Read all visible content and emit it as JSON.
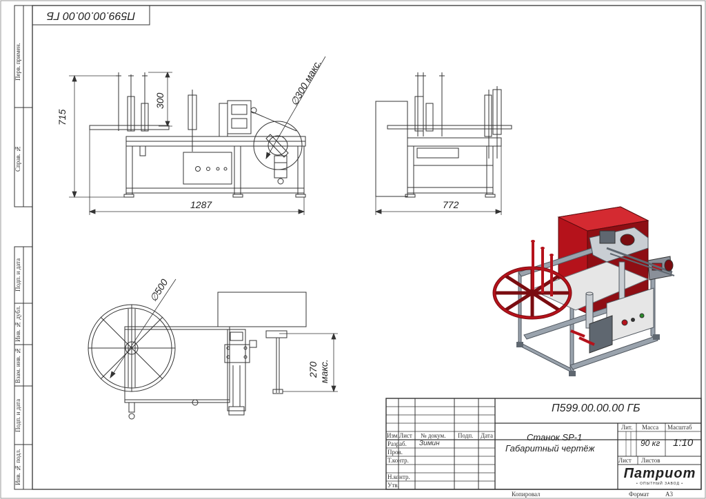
{
  "document": {
    "mirrored_code": "П599.00.00.00 ГБ",
    "code": "П599.00.00.00 ГБ",
    "title_line1": "Станок SP-1",
    "title_line2": "Габаритный чертёж",
    "mass": "90 кг",
    "scale": "1:10",
    "company_logo": "Патриот",
    "company_tagline": "• ОПЫТНЫЙ ЗАВОД •",
    "copied_label": "Копировал",
    "format_label": "Формат",
    "format_value": "А3"
  },
  "side_stamp": {
    "perv_primen": "Перв. примен.",
    "sprav": "Справ. №",
    "podp_data_1": "Подп. и дата",
    "inv_dubl": "Инв. № дубл.",
    "vzam_inv": "Взам. инв. №",
    "podp_data_2": "Подп. и дата",
    "inv_podl": "Инв. № подл."
  },
  "title_block": {
    "col_izm": "Изм.",
    "col_list": "Лист",
    "col_doc": "№ докум.",
    "col_podp": "Подп.",
    "col_data": "Дата",
    "razrab": "Разраб.",
    "razrab_name": "Зимин",
    "prov": "Пров.",
    "tkontr": "Т.контр.",
    "nkontr": "Н.контр.",
    "utv": "Утв.",
    "lit": "Лит.",
    "massa": "Масса",
    "masshtab": "Масштаб",
    "list": "Лист",
    "listov": "Листов"
  },
  "dimensions": {
    "front_height": "715",
    "front_top": "300",
    "front_diameter": "∅300 макс.",
    "front_width": "1287",
    "side_width": "772",
    "top_diameter": "∅500",
    "top_depth": "270",
    "top_depth_note": "макс."
  },
  "colors": {
    "line": "#333333",
    "machine_red": "#b5121b",
    "machine_dark_red": "#7a0c10",
    "steel": "#9aa3ad",
    "steel_dark": "#5f6770",
    "panel": "#e6e6e6"
  }
}
